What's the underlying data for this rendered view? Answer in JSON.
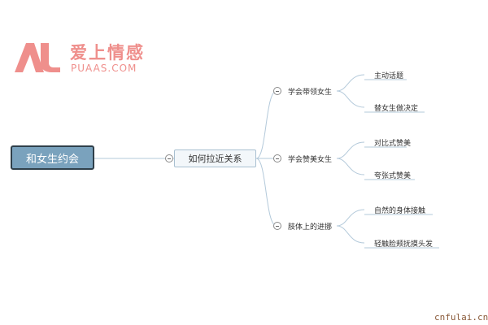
{
  "logo": {
    "brand_cn": "爱上情感",
    "brand_en": "PUAAS.COM"
  },
  "mindmap": {
    "root": "和女生约会",
    "main": "如何拉近关系",
    "branches": [
      {
        "label": "学会带领女生",
        "leaves": [
          "主动话题",
          "替女生做决定"
        ]
      },
      {
        "label": "学会赞美女生",
        "leaves": [
          "对比式赞美",
          "夸张式赞美"
        ]
      },
      {
        "label": "肢体上的进挪",
        "leaves": [
          "自然的身体接触",
          "轻触脸颊抚摸头发"
        ]
      }
    ]
  },
  "watermark": "cnfulai.cn",
  "colors": {
    "root_fill": "#7aa2bd",
    "root_border": "#2f3f4a",
    "line": "#b3c9da",
    "brand": "#ef8f8c"
  }
}
